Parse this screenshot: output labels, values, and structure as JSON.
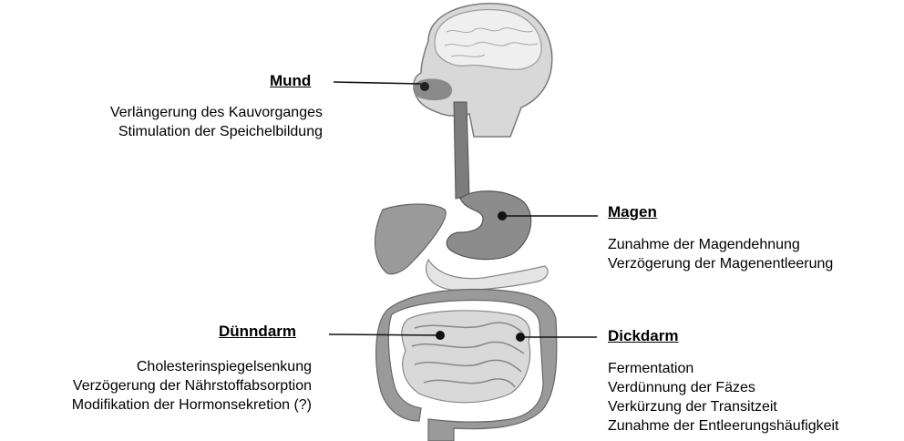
{
  "organs": {
    "mund": {
      "title": "Mund",
      "effects": [
        "Verlängerung des Kauvorganges",
        "Stimulation der Speichelbildung"
      ]
    },
    "magen": {
      "title": "Magen",
      "effects": [
        "Zunahme der Magendehnung",
        "Verzögerung der Magenentleerung"
      ]
    },
    "duenndarm": {
      "title": "Dünndarm",
      "effects": [
        "Cholesterinspiegelsenkung",
        "Verzögerung der Nährstoffabsorption",
        "Modifikation der Hormonsekretion (?)"
      ]
    },
    "dickdarm": {
      "title": "Dickdarm",
      "effects": [
        "Fermentation",
        "Verdünnung der Fäzes",
        "Verkürzung der Transitzeit",
        "Zunahme der Entleerungshäufigkeit"
      ]
    }
  }
}
